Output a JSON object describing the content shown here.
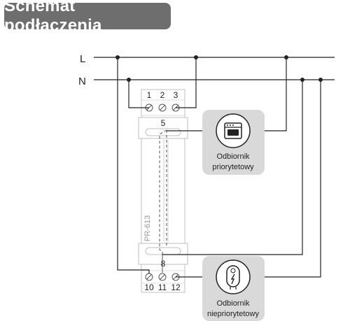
{
  "header": {
    "title": "Schemat podłączenia"
  },
  "lines": {
    "live": "L",
    "neutral": "N"
  },
  "device": {
    "model": "PR-613",
    "terminals_top": [
      "1",
      "2",
      "3"
    ],
    "terminal_5": "5",
    "terminal_8": "8",
    "terminals_bottom": [
      "10",
      "11",
      "12"
    ]
  },
  "loads": {
    "priority": {
      "line1": "Odbiornik",
      "line2": "priorytetowy",
      "icon": "oven-icon"
    },
    "non_priority": {
      "line1": "Odbiornik",
      "line2": "niepriorytetowy",
      "icon": "water-heater-icon"
    }
  },
  "colors": {
    "header_bg": "#6e6e6e",
    "wire": "#222222",
    "device_outline": "#bfbfbf",
    "load_bg": "#d9d9d9"
  }
}
